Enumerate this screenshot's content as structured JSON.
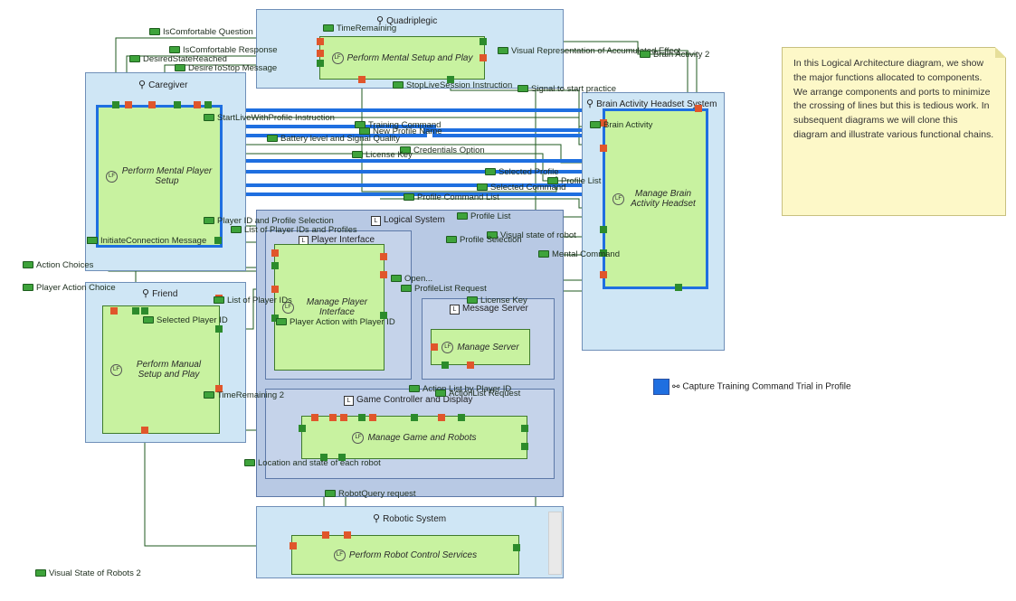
{
  "note": {
    "text": "In this Logical Architecture diagram, we show the major functions allocated to components. We arrange components and ports to minimize the crossing of lines but this is tedious work. In subsequent diagrams we will clone this diagram and illustrate various functional chains."
  },
  "legend": {
    "label": "Capture Training Command Trial in Profile",
    "color": "#1f6fe0"
  },
  "components": {
    "quadriplegic": "Quadriplegic",
    "caregiver": "Caregiver",
    "friend": "Friend",
    "brain_headset": "Brain Activity Headset System",
    "logical_system": "Logical System",
    "player_interface": "Player Interface",
    "message_server": "Message Server",
    "game_controller": "Game Controller and Display",
    "robotic_system": "Robotic System"
  },
  "functions": {
    "mental_setup_play": "Perform Mental Setup and Play",
    "mental_player_setup": "Perform Mental Player Setup",
    "manual_setup_play": "Perform Manual Setup and Play",
    "manage_headset": "Manage Brain Activity Headset",
    "manage_player_interface": "Manage Player Interface",
    "manage_server": "Manage Server",
    "manage_game": "Manage Game and Robots",
    "robot_control": "Perform Robot Control Services",
    "lf_badge": "LF"
  },
  "exchanges": {
    "is_comfortable_question": "IsComfortable Question",
    "time_remaining": "TimeRemaining",
    "is_comfortable_response": "IsComfortable Response",
    "desired_state_reached": "DesiredStateReached",
    "desire_to_stop": "DesireToStop Message",
    "visual_rep": "Visual Representation of Accumulated Effect",
    "brain_activity_2": "Brain Activity 2",
    "stop_live_session": "StopLiveSession Instruction",
    "signal_to_start": "Signal to start practice",
    "brain_activity": "Brain Activity",
    "start_live_profile": "StartLiveWithProfile Instruction",
    "training_cmd": "Training Command",
    "new_profile_name": "New Profile Name",
    "battery_level": "Battery level and Signal Quality",
    "credentials_option": "Credentials Option",
    "license_key_top": "License Key",
    "selected_profile": "Selected Profile",
    "profile_list_top": "Profile List",
    "selected_command": "Selected Command",
    "profile_command_list": "Profile Command List",
    "profile_list": "Profile List",
    "player_id_profile_sel": "Player ID and Profile Selection",
    "list_player_ids_profiles": "List of Player IDs and Profiles",
    "visual_state_robot": "Visual state of robot",
    "profile_selection": "Profile Selection",
    "initiate_connection": "InitiateConnection Message",
    "mental_command": "Mental Command",
    "action_choices": "Action Choices",
    "player_action_choice": "Player Action Choice",
    "open": "Open...",
    "profile_list_request": "ProfileList Request",
    "list_of_player_ids": "List of Player IDs",
    "license_key": "License Key",
    "selected_player_id": "Selected Player ID",
    "player_action_with_id": "Player Action with Player ID",
    "time_remaining_2": "TimeRemaining 2",
    "action_list_by_player": "Action List by Player ID",
    "action_list_request": "ActionList Request",
    "location_state": "Location and state of each robot",
    "robot_query": "RobotQuery request",
    "visual_state_robots_2": "Visual State of Robots 2"
  }
}
